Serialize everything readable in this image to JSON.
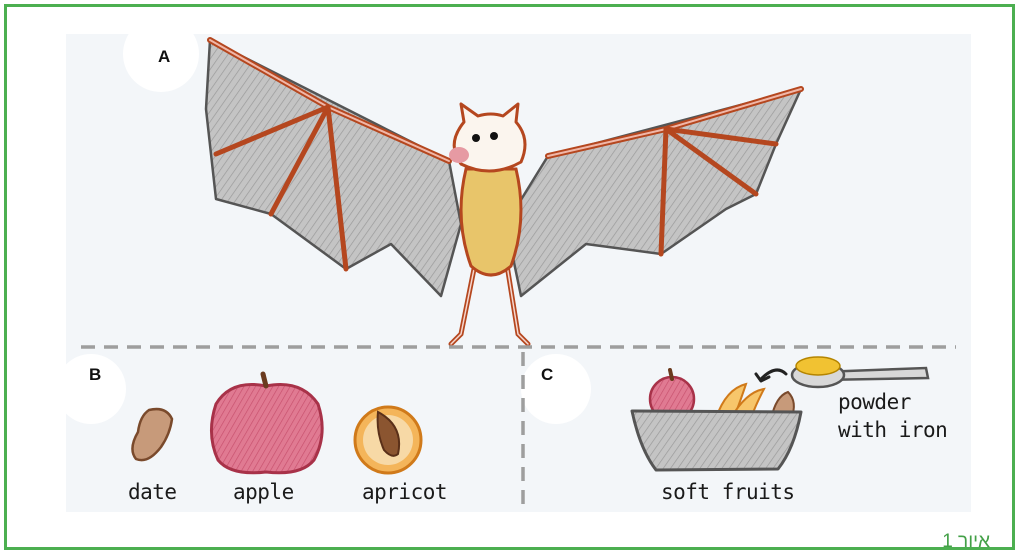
{
  "panels": {
    "a": {
      "letter": "A"
    },
    "b": {
      "letter": "B",
      "items": [
        "date",
        "apple",
        "apricot"
      ]
    },
    "c": {
      "letter": "C",
      "bowl_label": "soft fruits",
      "powder_label_line1": "powder",
      "powder_label_line2": "with iron"
    }
  },
  "caption": "איור 1",
  "colors": {
    "frame": "#4caf50",
    "caption": "#43a047",
    "bat_outline": "#b5471f",
    "wing_fill": "#b9b9b9",
    "divider": "#9e9e9e"
  },
  "icons": [
    "bat-illustration",
    "date-fruit-icon",
    "apple-icon",
    "apricot-icon",
    "fruit-bowl-icon",
    "spoon-icon",
    "arrow-icon"
  ]
}
